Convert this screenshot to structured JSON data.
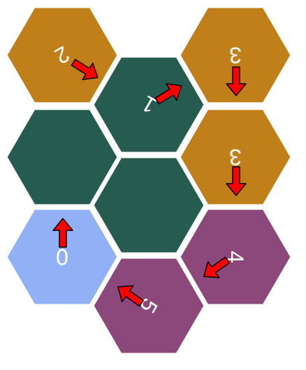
{
  "colors": {
    "gold": "#c17f1a",
    "teal": "#265b50",
    "blue": "#92b0f5",
    "purple": "#8c487b",
    "arrow": "#ff0000"
  },
  "board": {
    "cells": [
      {
        "id": "gold-top-left",
        "color": "gold",
        "label": "2",
        "rotation": 150
      },
      {
        "id": "teal-top-center",
        "color": "teal",
        "label": "1",
        "rotation": 210
      },
      {
        "id": "gold-top-right",
        "color": "gold",
        "label": "3",
        "rotation": 180
      },
      {
        "id": "teal-mid-left",
        "color": "teal",
        "label": "",
        "rotation": 0
      },
      {
        "id": "gold-mid-right",
        "color": "gold",
        "label": "3",
        "rotation": 180
      },
      {
        "id": "teal-center",
        "color": "teal",
        "label": "",
        "rotation": 0
      },
      {
        "id": "blue-bottom-left",
        "color": "blue",
        "label": "0",
        "rotation": 180
      },
      {
        "id": "purple-mid-right",
        "color": "purple",
        "label": "4",
        "rotation": 90
      },
      {
        "id": "purple-bottom-center",
        "color": "purple",
        "label": "5",
        "rotation": 120
      }
    ],
    "arrows": [
      {
        "id": "arrow-2-to-1",
        "direction": "down-right"
      },
      {
        "id": "arrow-1-to-up-right",
        "direction": "up-right"
      },
      {
        "id": "arrow-3-top-down",
        "direction": "down"
      },
      {
        "id": "arrow-3-mid-down",
        "direction": "down"
      },
      {
        "id": "arrow-4-down-left",
        "direction": "down-left"
      },
      {
        "id": "arrow-5-up-left",
        "direction": "up-left"
      },
      {
        "id": "arrow-0-up",
        "direction": "up"
      }
    ]
  }
}
